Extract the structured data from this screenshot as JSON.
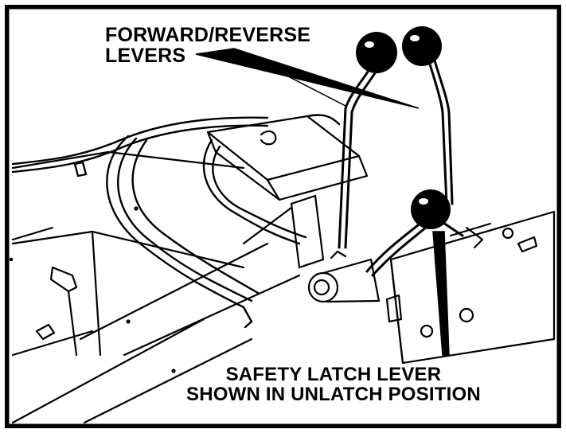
{
  "labels": {
    "forward_reverse": [
      "FORWARD/REVERSE",
      "LEVERS"
    ],
    "safety_latch": [
      "SAFETY LATCH LEVER",
      "SHOWN IN UNLATCH POSITION"
    ]
  },
  "colors": {
    "ink": "#000000",
    "paper": "#ffffff"
  }
}
